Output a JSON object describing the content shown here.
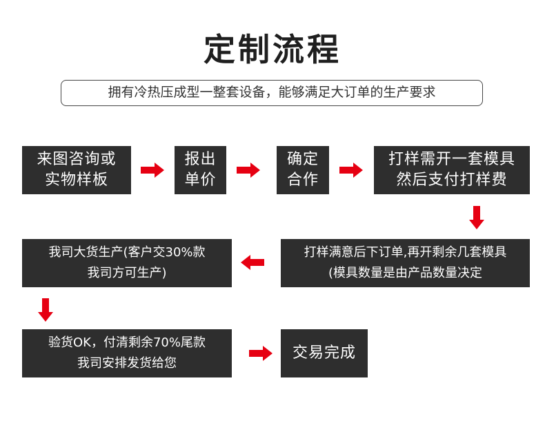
{
  "title": "定制流程",
  "subtitle": "拥有冷热压成型一整套设备，能够满足大订单的生产要求",
  "steps": [
    {
      "line1": "来图咨询或",
      "line2": "实物样板"
    },
    {
      "line1": "报出",
      "line2": "单价"
    },
    {
      "line1": "确定",
      "line2": "合作"
    },
    {
      "line1": "打样需开一套模具",
      "line2": "然后支付打样费"
    },
    {
      "line1": "打样满意后下订单,再开剩余几套模具",
      "line2": "(模具数量是由产品数量决定"
    },
    {
      "line1": "我司大货生产(客户交30%款",
      "line2": "我司方可生产)"
    },
    {
      "line1": "验货OK，付清剩余70%尾款",
      "line2": "我司安排发货给您"
    },
    {
      "line1": "交易完成"
    }
  ],
  "colors": {
    "box": "#2e2e2e",
    "arrow": "#e60012",
    "text": "#ffffff"
  },
  "icons": [
    "arrow-right-icon",
    "arrow-down-icon",
    "arrow-left-icon"
  ]
}
